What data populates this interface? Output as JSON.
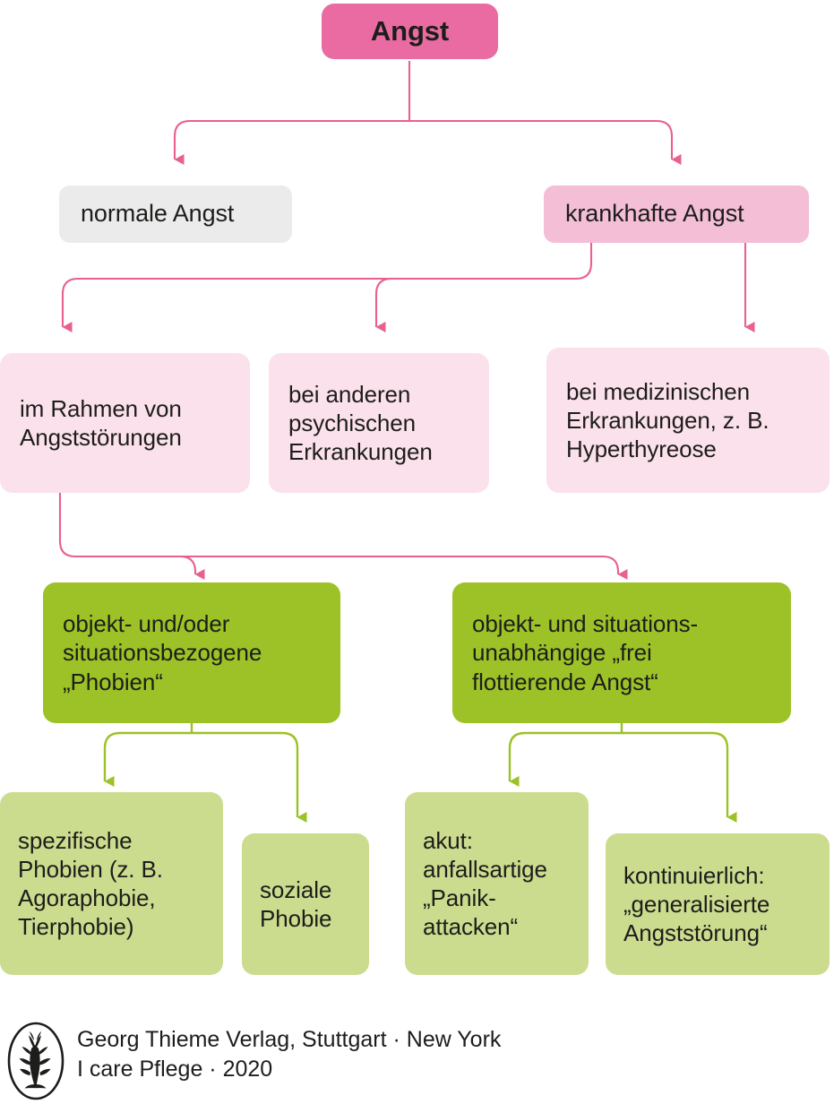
{
  "diagram": {
    "title": "Angst",
    "colors": {
      "root_pink": "#e96ba2",
      "mid_pink": "#f3bed6",
      "light_pink": "#fbe1eb",
      "neutral_grey": "#ebebeb",
      "dark_green": "#9cc227",
      "light_green": "#cbdc8e",
      "pink_connector": "#e8608f",
      "green_connector": "#9cc227",
      "text": "#1d1d1b"
    },
    "nodes": {
      "root": {
        "label": "Angst"
      },
      "level2": [
        {
          "id": "normale-angst",
          "label": "normale Angst"
        },
        {
          "id": "krankhafte-angst",
          "label": "krankhafte Angst"
        }
      ],
      "level3": [
        {
          "id": "im-rahmen-von-angststoerungen",
          "label": "im Rahmen von\nAngststörungen"
        },
        {
          "id": "bei-anderen-psychischen-erkrankungen",
          "label": "bei anderen\npsychischen\nErkrankungen"
        },
        {
          "id": "bei-medizinischen-erkrankungen",
          "label": "bei medizinischen\nErkrankungen, z. B.\nHyperthyreose"
        }
      ],
      "level4": [
        {
          "id": "objekt-situationsbezogene-phobien",
          "label": "objekt- und/oder\nsituationsbezogene\n„Phobien“"
        },
        {
          "id": "objekt-situationsunabhaengige-frei-flottierende-angst",
          "label": "objekt- und situations-\nunabhängige „frei\nflottierende Angst“"
        }
      ],
      "level5": [
        {
          "id": "spezifische-phobien",
          "label": "spezifische\nPhobien (z. B.\nAgoraphobie,\nTierphobie)"
        },
        {
          "id": "soziale-phobie",
          "label": "soziale\nPhobie"
        },
        {
          "id": "akut-panikattacken",
          "label": "akut:\nanfallsartige\n„Panik-\nattacken“"
        },
        {
          "id": "kontinuierlich-generalisierte-angststoerung",
          "label": "kontinuierlich:\n„generalisierte\nAngststörung“"
        }
      ]
    }
  },
  "footer": {
    "line1": "Georg Thieme Verlag, Stuttgart · New York",
    "line2": "I care Pflege · 2020",
    "text": "Georg Thieme Verlag, Stuttgart · New York\nI care Pflege · 2020",
    "logo_alt": "thieme-tree-logo"
  }
}
